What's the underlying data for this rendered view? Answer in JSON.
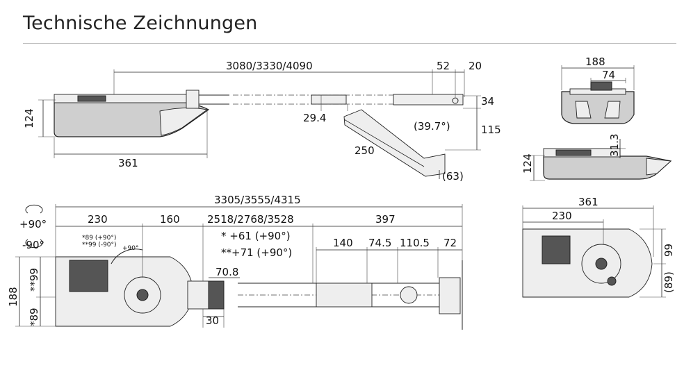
{
  "page": {
    "title": "Technische Zeichnungen"
  },
  "side_view": {
    "height": "124",
    "length": "361",
    "rail_length": "3080/3330/4090",
    "dim_52": "52",
    "dim_20": "20",
    "dim_34": "34",
    "dim_29_4": "29.4",
    "dim_115": "115",
    "angle": "(39.7°)",
    "arm": "250",
    "dim_63": "(63)"
  },
  "front_view": {
    "width": "188",
    "inner": "74"
  },
  "right_side_view": {
    "height": "124",
    "dim_31_3": "31.3"
  },
  "top_view": {
    "rotate_pos": "+90°",
    "rotate_neg": "-90°",
    "overall": "3305/3555/4315",
    "d230": "230",
    "d160": "160",
    "d_travel": "2518/2768/3528",
    "d397": "397",
    "note_star": "* +61 (+90°)",
    "note_dstar": "**+71 (+90°)",
    "d140": "140",
    "d74_5": "74.5",
    "d110_5": "110.5",
    "d72": "72",
    "d70_8": "70.8",
    "d30": "30",
    "d188": "188",
    "dstar99": "**99",
    "star89": "*89",
    "small_note_1": "*89 (+90°)",
    "small_note_2": "**99 (-90°)",
    "small_note_3": "+90°"
  },
  "bottom_view": {
    "width": "361",
    "d230": "230",
    "d99": "99",
    "d89": "(89)"
  }
}
